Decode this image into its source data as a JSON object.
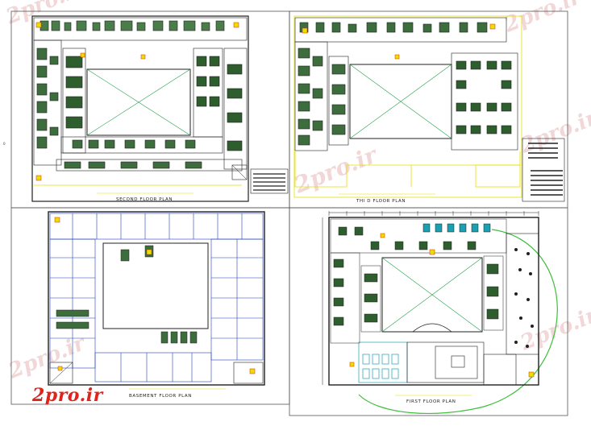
{
  "drawing": {
    "sheets": [
      {
        "id": "second",
        "title": "SECOND FLOOR PLAN"
      },
      {
        "id": "third",
        "title": "THI D FLOOR PLAN"
      },
      {
        "id": "basement",
        "title": "BASEMENT  FLOOR PLAN"
      },
      {
        "id": "first",
        "title": "FIRST FLOOR PLAN"
      }
    ],
    "side_mark": "0",
    "logo_text": "2pro.ir",
    "watermark_text": "2pro.ir",
    "colors": {
      "wall": "#202020",
      "room_fill": "#2a6b2a",
      "blue_walls": "#1f3fbf",
      "courtyard_green": "#22a04a",
      "yellow_line": "#e8e000",
      "green_ring": "#3cbf3c",
      "red_accent": "#e0241b",
      "cyan_fixtures": "#1aa0b0"
    }
  }
}
